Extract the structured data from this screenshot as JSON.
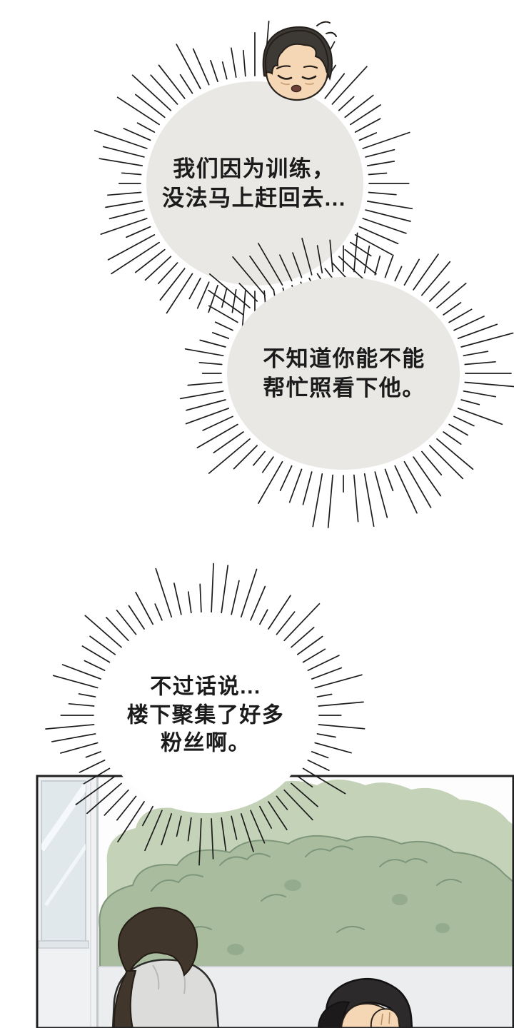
{
  "bubbles": [
    {
      "lines": [
        "我们因为训练，",
        "没法马上赶回去..."
      ]
    },
    {
      "lines": [
        "不知道你能不能",
        "帮忙照看下他。"
      ]
    },
    {
      "lines": [
        "不过话说...",
        "楼下聚集了好多",
        "粉丝啊。"
      ]
    }
  ],
  "colors": {
    "ink": "#1c1c1c",
    "bubble_gray": "#e9e8e5",
    "bubble_white": "#ffffff",
    "skin": "#f5d7b6",
    "hair_dark": "#3d3a35",
    "girl_hair": "#41362c",
    "hoodie_gray": "#dcdcda",
    "cap_black": "#2c2a2a",
    "foliage_light": "#c4d2b7",
    "foliage_mid": "#a9bd9e",
    "foliage_dark": "#7e967b",
    "building_wall": "#eff1f2",
    "window_glass": "#e0e8ec",
    "ground": "#ebedee",
    "panel_border": "#1f1f1f"
  }
}
